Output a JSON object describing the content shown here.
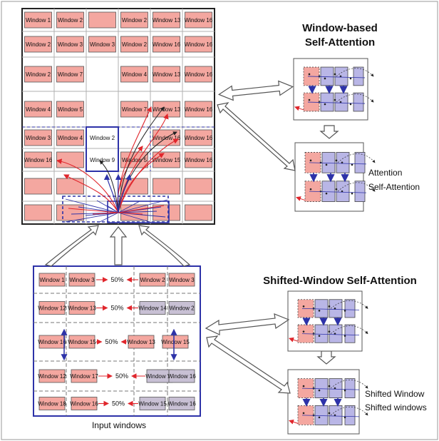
{
  "top_grid": {
    "rows": [
      [
        "Window 1",
        "Window 2",
        "",
        "Window 2",
        "Window 13",
        "Window 16"
      ],
      [
        "Window 2",
        "Window 3",
        "Window 3",
        "Window 2",
        "Window 16",
        "Window 16"
      ],
      [
        "Window 2",
        "Window 7",
        null,
        "Window 4",
        "Window 13",
        "Window 16"
      ],
      [
        "Window 4",
        "Window 5",
        null,
        "Window 7",
        "Window 13",
        "Window 16"
      ],
      [
        "Window 3",
        "Window 4",
        "Window 2",
        null,
        "Window 16",
        "Window 16"
      ],
      [
        "Window 16",
        "",
        "Window 9",
        "Window 5",
        "Window 15",
        "Window 16"
      ],
      [
        "",
        "",
        null,
        "",
        "",
        ""
      ],
      [
        "",
        "",
        null,
        "",
        "",
        ""
      ]
    ]
  },
  "bottom_grid": {
    "caption": "Input windows",
    "pct_label": "50%",
    "rows": [
      [
        "Window 1",
        "Window 3",
        "Window 2",
        "Window 3"
      ],
      [
        "Window 12",
        "Window 13",
        "Window 14",
        "Window 2"
      ],
      [
        "Window 16",
        "Window 15",
        "Window 13",
        "Window 15"
      ],
      [
        "Window 12",
        "Window 17",
        "Window 18",
        "Window 16"
      ],
      [
        "Window 18",
        "Window 16",
        "Window 15",
        "Window 16"
      ]
    ]
  },
  "headings": {
    "window_based_line1": "Window-based",
    "window_based_line2": "Self-Attention",
    "shifted": "Shifted-Window Self-Attention"
  },
  "side_labels": {
    "attention_line1": "Attention",
    "attention_line2": "Self-Attention",
    "shifted_line1": "Shifted Window",
    "shifted_line2": "Shifted windows"
  },
  "colors": {
    "salmon": "#f4a7a0",
    "lavender": "#b9b6e6",
    "gray_purple": "#c8c0d4",
    "blue": "#2d32a8",
    "red": "#e0262c"
  }
}
